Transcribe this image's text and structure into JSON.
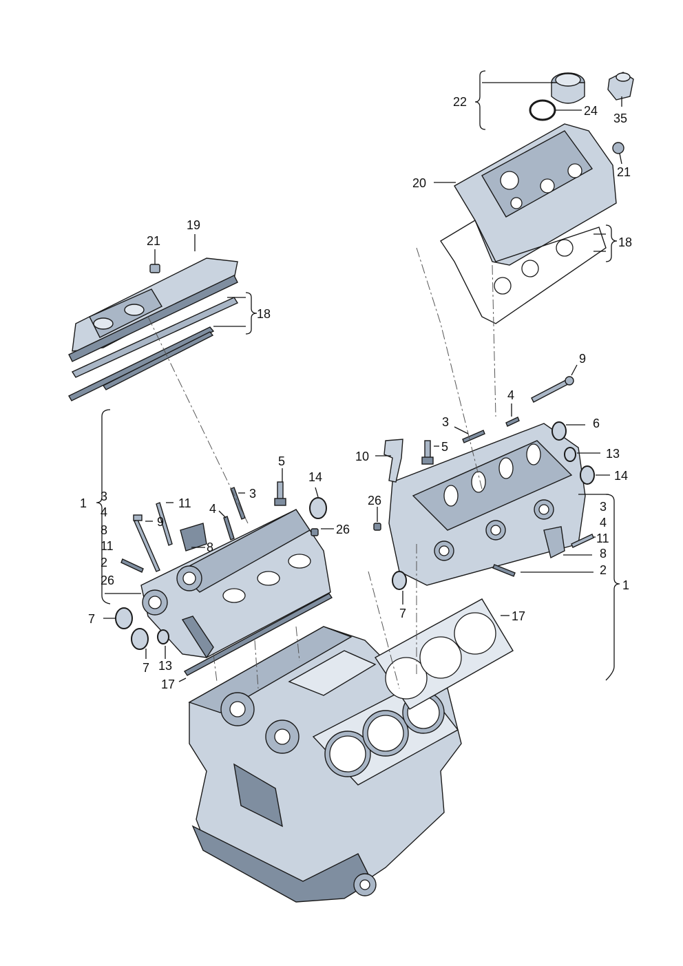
{
  "diagram": {
    "callouts": [
      {
        "id": "c22",
        "text": "22"
      },
      {
        "id": "c24",
        "text": "24"
      },
      {
        "id": "c35",
        "text": "35"
      },
      {
        "id": "c21r",
        "text": "21"
      },
      {
        "id": "c20",
        "text": "20"
      },
      {
        "id": "c18r",
        "text": "18"
      },
      {
        "id": "c21l",
        "text": "21"
      },
      {
        "id": "c19",
        "text": "19"
      },
      {
        "id": "c18l",
        "text": "18"
      },
      {
        "id": "c9r",
        "text": "9"
      },
      {
        "id": "c4r",
        "text": "4"
      },
      {
        "id": "c3r",
        "text": "3"
      },
      {
        "id": "c6",
        "text": "6"
      },
      {
        "id": "c10",
        "text": "10"
      },
      {
        "id": "c5r",
        "text": "5"
      },
      {
        "id": "c13r",
        "text": "13"
      },
      {
        "id": "c14r",
        "text": "14"
      },
      {
        "id": "c26r",
        "text": "26"
      },
      {
        "id": "cg3",
        "text": "3"
      },
      {
        "id": "cg4",
        "text": "4"
      },
      {
        "id": "c11r",
        "text": "11"
      },
      {
        "id": "c8r",
        "text": "8"
      },
      {
        "id": "c2r",
        "text": "2"
      },
      {
        "id": "c1r",
        "text": "1"
      },
      {
        "id": "c7r",
        "text": "7"
      },
      {
        "id": "c17r",
        "text": "17"
      },
      {
        "id": "c5l",
        "text": "5"
      },
      {
        "id": "c14l",
        "text": "14"
      },
      {
        "id": "c1l",
        "text": "1"
      },
      {
        "id": "gl3",
        "text": "3"
      },
      {
        "id": "gl4",
        "text": "4"
      },
      {
        "id": "gl8",
        "text": "8"
      },
      {
        "id": "gl11",
        "text": "11"
      },
      {
        "id": "gl2",
        "text": "2"
      },
      {
        "id": "gl26",
        "text": "26"
      },
      {
        "id": "c11l",
        "text": "11"
      },
      {
        "id": "c3l",
        "text": "3"
      },
      {
        "id": "c9l",
        "text": "9"
      },
      {
        "id": "c4l",
        "text": "4"
      },
      {
        "id": "c26l",
        "text": "26"
      },
      {
        "id": "c8l",
        "text": "8"
      },
      {
        "id": "c7l",
        "text": "7"
      },
      {
        "id": "c7l2",
        "text": "7"
      },
      {
        "id": "c13l",
        "text": "13"
      },
      {
        "id": "c17l",
        "text": "17"
      }
    ]
  }
}
